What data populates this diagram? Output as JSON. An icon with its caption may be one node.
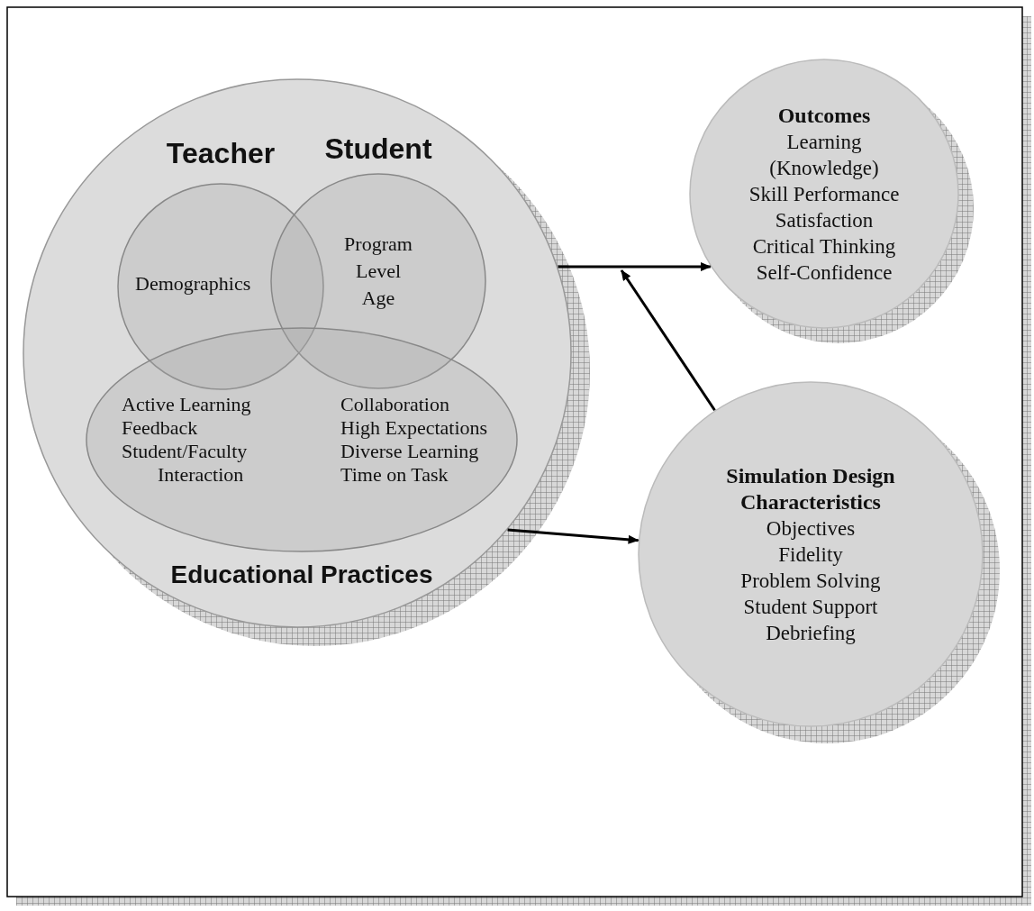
{
  "diagram": {
    "nodes": [
      {
        "text": [],
        "shape": "circle"
      },
      {
        "text": [
          "Teacher",
          "Demographics"
        ],
        "in": 0
      },
      {
        "text": [
          "Student",
          "Program",
          "Level",
          "Age"
        ],
        "in": 0
      },
      {
        "text": [
          "Active Learning",
          "Feedback",
          "Student/Faculty Interaction",
          "Collaboration",
          "High Expectations",
          "Diverse Learning",
          "Time on Task",
          "Educational Practices"
        ],
        "in": 0
      },
      {
        "text": [
          "Outcomes",
          "Learning (Knowledge)",
          "Skill Performance",
          "Satisfaction",
          "Critical Thinking",
          "Self-Confidence"
        ]
      },
      {
        "text": [
          "Simulation Design Characteristics",
          "Objectives",
          "Fidelity",
          "Problem Solving",
          "Student Support",
          "Debriefing"
        ]
      }
    ],
    "edges": [
      {
        "from": 0,
        "to": 4,
        "arrow": "to"
      },
      {
        "from": 0,
        "to": 5,
        "arrow": "to"
      },
      {
        "from": 5,
        "to": null,
        "arrow": "to"
      }
    ]
  }
}
